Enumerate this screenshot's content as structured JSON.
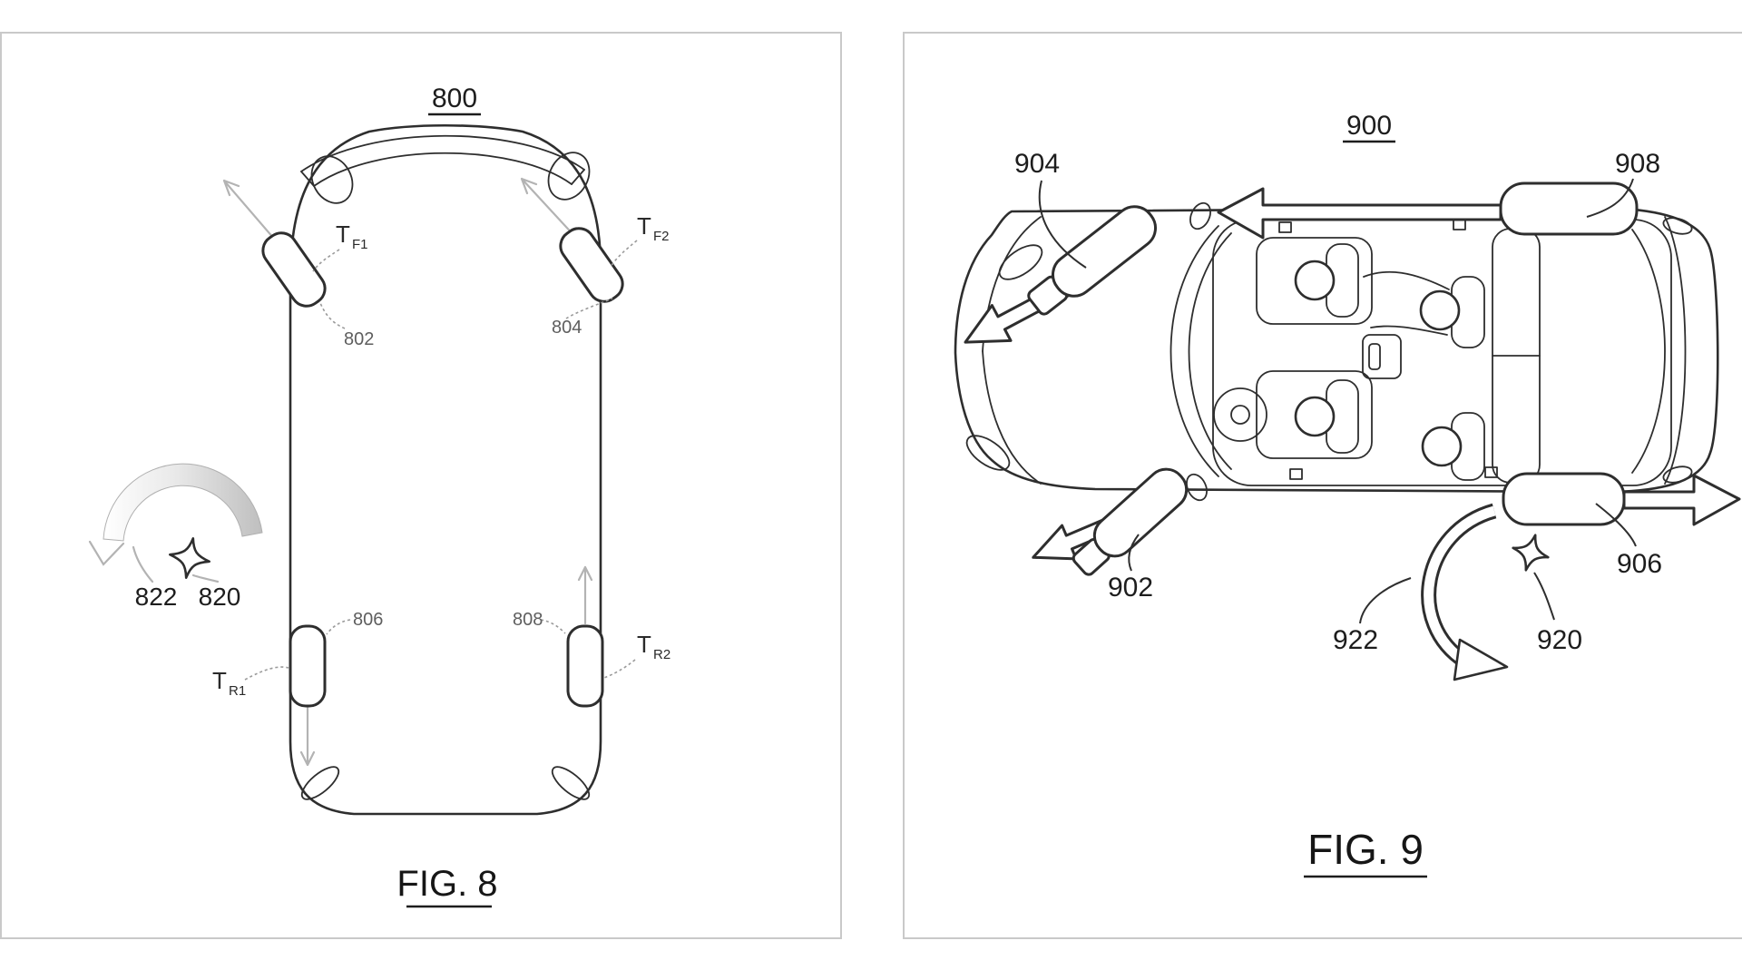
{
  "document": {
    "background": "#ffffff",
    "panel_border": "#c9c9c9",
    "type_hint": "patent line drawings, two framed figures"
  },
  "colors": {
    "line": "#2e2e2e",
    "label_dark": "#1d1d1d",
    "label_muted": "#5e5e5e",
    "leader_gray": "#9a9a9a",
    "arrow_gray": "#b3b3b3",
    "arc_shade": "#bfbfbf"
  },
  "fig8": {
    "number": "800",
    "caption": "FIG. 8",
    "ref_802": "802",
    "ref_804": "804",
    "ref_806": "806",
    "ref_808": "808",
    "ref_820": "820",
    "ref_822": "822",
    "tf1_main": "T",
    "tf1_sub": "F1",
    "tf2_main": "T",
    "tf2_sub": "F2",
    "tr1_main": "T",
    "tr1_sub": "R1",
    "tr2_main": "T",
    "tr2_sub": "R2"
  },
  "fig9": {
    "number": "900",
    "caption": "FIG. 9",
    "ref_902": "902",
    "ref_904": "904",
    "ref_906": "906",
    "ref_908": "908",
    "ref_920": "920",
    "ref_922": "922"
  }
}
